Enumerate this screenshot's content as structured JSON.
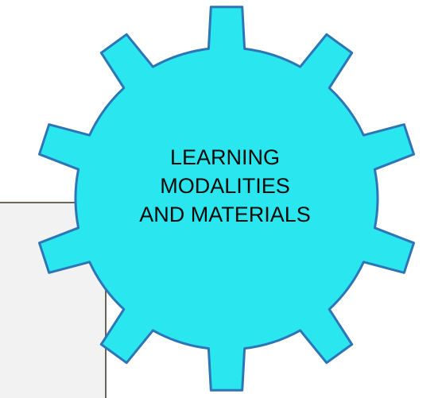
{
  "gear": {
    "label_lines": [
      "LEARNING",
      "MODALITIES",
      "AND MATERIALS"
    ],
    "fill_color": "#2ae6ee",
    "stroke_color": "#2e75b6",
    "icon": "gear-icon"
  },
  "panel": {
    "fill_color": "#f2f2f2",
    "border_color": "#6b6557"
  }
}
